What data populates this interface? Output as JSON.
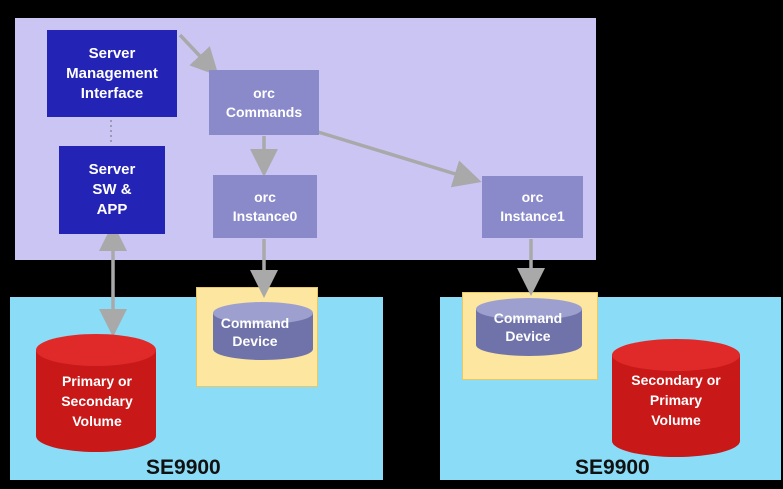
{
  "host": {
    "server_management_interface": "Server\nManagement\nInterface",
    "server_sw_app": "Server\nSW &\nAPP",
    "orc_commands": "orc\nCommands",
    "orc_instance0": "orc\nInstance0",
    "orc_instance1": "orc\nInstance1"
  },
  "storage_left": {
    "label": "SE9900",
    "command_device": "Command\nDevice",
    "volume": "Primary or\nSecondary\nVolume"
  },
  "storage_right": {
    "label": "SE9900",
    "command_device": "Command\nDevice",
    "volume": "Secondary or\nPrimary\nVolume"
  },
  "colors": {
    "background": "#000000",
    "host_panel": "#cbc5f4",
    "storage_panel": "#8bdcf6",
    "command_zone": "#fce6a0",
    "server_box": "#2323b6",
    "orc_box": "#8a8acb",
    "volume_cylinder": "#c81818",
    "command_cylinder": "#6f73a9",
    "arrow": "#a9a9a9"
  }
}
